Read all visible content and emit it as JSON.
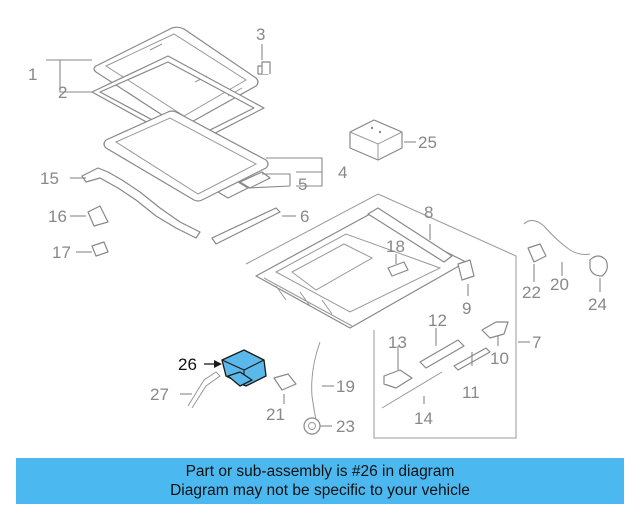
{
  "diagram": {
    "part_numbers": [
      "1",
      "2",
      "3",
      "4",
      "5",
      "6",
      "7",
      "8",
      "9",
      "10",
      "11",
      "12",
      "13",
      "14",
      "15",
      "16",
      "17",
      "18",
      "19",
      "20",
      "21",
      "22",
      "23",
      "24",
      "25",
      "26",
      "27"
    ],
    "highlighted_part": "26",
    "highlight_color": "#5bb8ea",
    "line_color": "#888888"
  },
  "banner": {
    "line1": "Part or sub-assembly is #26 in diagram",
    "line2": "Diagram may not be specific to your vehicle",
    "background": "#4cb8f0"
  }
}
